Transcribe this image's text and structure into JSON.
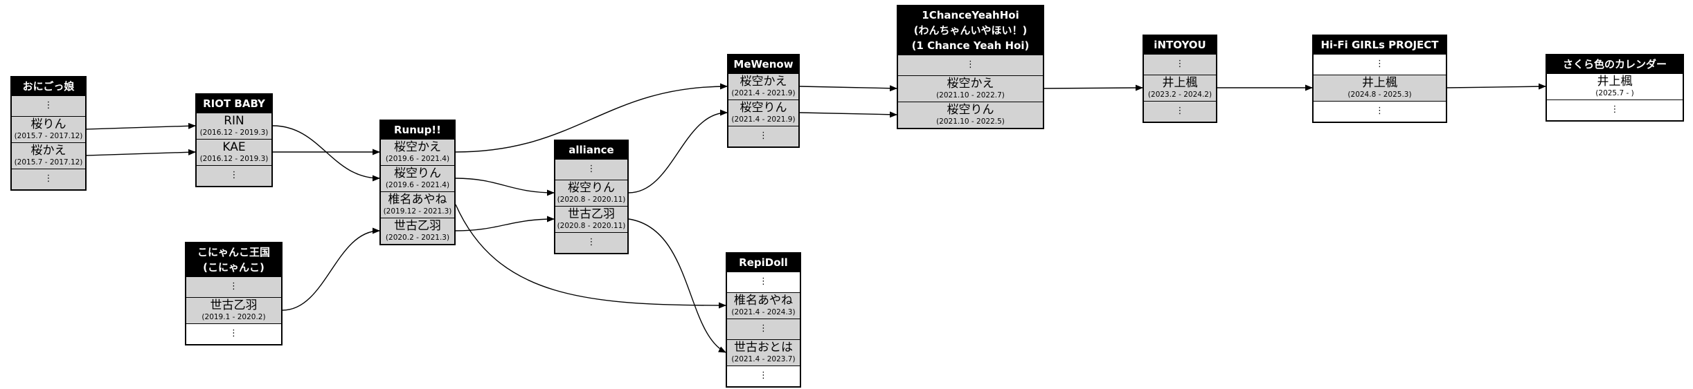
{
  "diagram": {
    "dots_glyph": "⋮",
    "colors": {
      "background": "#ffffff",
      "header_bg": "#000000",
      "header_text": "#ffffff",
      "row_gray": "#d3d3d3",
      "row_white": "#ffffff",
      "border": "#000000",
      "edge": "#000000"
    },
    "groups": [
      {
        "id": "onigokko",
        "title_lines": [
          "おにごっ娘"
        ],
        "rows": [
          {
            "id": "dots1",
            "kind": "dots",
            "shade": "gray"
          },
          {
            "id": "sakura-rin",
            "kind": "member",
            "name": "桜りん",
            "dates": "(2015.7 - 2017.12)",
            "shade": "gray"
          },
          {
            "id": "sakura-kae",
            "kind": "member",
            "name": "桜かえ",
            "dates": "(2015.7 - 2017.12)",
            "shade": "gray"
          },
          {
            "id": "dots2",
            "kind": "dots",
            "shade": "gray"
          }
        ]
      },
      {
        "id": "riot-baby",
        "title_lines": [
          "RIOT BABY"
        ],
        "rows": [
          {
            "id": "rin",
            "kind": "member",
            "name": "RIN",
            "dates": "(2016.12 - 2019.3)",
            "shade": "gray"
          },
          {
            "id": "kae",
            "kind": "member",
            "name": "KAE",
            "dates": "(2016.12 - 2019.3)",
            "shade": "gray"
          },
          {
            "id": "dots1",
            "kind": "dots",
            "shade": "gray"
          }
        ]
      },
      {
        "id": "runup",
        "title_lines": [
          "Runup!!"
        ],
        "rows": [
          {
            "id": "sorara-kae",
            "kind": "member",
            "name": "桜空かえ",
            "dates": "(2019.6 - 2021.4)",
            "shade": "gray"
          },
          {
            "id": "sorara-rin",
            "kind": "member",
            "name": "桜空りん",
            "dates": "(2019.6 - 2021.4)",
            "shade": "gray"
          },
          {
            "id": "shiina-ayane",
            "kind": "member",
            "name": "椎名あやね",
            "dates": "(2019.12 - 2021.3)",
            "shade": "gray"
          },
          {
            "id": "seko-otoha",
            "kind": "member",
            "name": "世古乙羽",
            "dates": "(2020.2 - 2021.3)",
            "shade": "gray"
          }
        ]
      },
      {
        "id": "konyanko",
        "title_lines": [
          "こにゃんこ王国",
          "(こにゃんこ)"
        ],
        "rows": [
          {
            "id": "dots1",
            "kind": "dots",
            "shade": "gray"
          },
          {
            "id": "seko-otoha",
            "kind": "member",
            "name": "世古乙羽",
            "dates": "(2019.1 - 2020.2)",
            "shade": "gray"
          },
          {
            "id": "dots2",
            "kind": "dots",
            "shade": "white"
          }
        ]
      },
      {
        "id": "alliance",
        "title_lines": [
          "alliance"
        ],
        "rows": [
          {
            "id": "dots1",
            "kind": "dots",
            "shade": "gray"
          },
          {
            "id": "sorara-rin",
            "kind": "member",
            "name": "桜空りん",
            "dates": "(2020.8 - 2020.11)",
            "shade": "gray"
          },
          {
            "id": "seko-otoha",
            "kind": "member",
            "name": "世古乙羽",
            "dates": "(2020.8 - 2020.11)",
            "shade": "gray"
          },
          {
            "id": "dots2",
            "kind": "dots",
            "shade": "gray"
          }
        ]
      },
      {
        "id": "mewenow",
        "title_lines": [
          "MeWenow"
        ],
        "rows": [
          {
            "id": "sorara-kae",
            "kind": "member",
            "name": "桜空かえ",
            "dates": "(2021.4 - 2021.9)",
            "shade": "gray"
          },
          {
            "id": "sorara-rin",
            "kind": "member",
            "name": "桜空りん",
            "dates": "(2021.4 - 2021.9)",
            "shade": "gray"
          },
          {
            "id": "dots1",
            "kind": "dots",
            "shade": "gray"
          }
        ]
      },
      {
        "id": "repidoll",
        "title_lines": [
          "RepiDoll"
        ],
        "rows": [
          {
            "id": "dots1",
            "kind": "dots",
            "shade": "white"
          },
          {
            "id": "shiina-ayane",
            "kind": "member",
            "name": "椎名あやね",
            "dates": "(2021.4 - 2024.3)",
            "shade": "gray"
          },
          {
            "id": "dots2",
            "kind": "dots",
            "shade": "gray"
          },
          {
            "id": "seko-otoha",
            "kind": "member",
            "name": "世古おとは",
            "dates": "(2021.4 - 2023.7)",
            "shade": "gray"
          },
          {
            "id": "dots3",
            "kind": "dots",
            "shade": "white"
          }
        ]
      },
      {
        "id": "one-chance-yeah-hoi",
        "title_lines": [
          "1ChanceYeahHoi",
          "(わんちゃんいやほい！)",
          "(1 Chance Yeah Hoi)"
        ],
        "rows": [
          {
            "id": "dots1",
            "kind": "dots",
            "shade": "gray"
          },
          {
            "id": "sorara-kae",
            "kind": "member",
            "name": "桜空かえ",
            "dates": "(2021.10 - 2022.7)",
            "shade": "gray"
          },
          {
            "id": "sorara-rin",
            "kind": "member",
            "name": "桜空りん",
            "dates": "(2021.10 - 2022.5)",
            "shade": "gray"
          }
        ]
      },
      {
        "id": "intoyou",
        "title_lines": [
          "iNTOYOU"
        ],
        "rows": [
          {
            "id": "dots1",
            "kind": "dots",
            "shade": "gray"
          },
          {
            "id": "inoue-kaede",
            "kind": "member",
            "name": "井上楓",
            "dates": "(2023.2 - 2024.2)",
            "shade": "gray"
          },
          {
            "id": "dots2",
            "kind": "dots",
            "shade": "gray"
          }
        ]
      },
      {
        "id": "hifi-girls",
        "title_lines": [
          "Hi-Fi GIRLs PROJECT"
        ],
        "rows": [
          {
            "id": "dots1",
            "kind": "dots",
            "shade": "white"
          },
          {
            "id": "inoue-kaede",
            "kind": "member",
            "name": "井上楓",
            "dates": "(2024.8 - 2025.3)",
            "shade": "gray"
          },
          {
            "id": "dots2",
            "kind": "dots",
            "shade": "white"
          }
        ]
      },
      {
        "id": "sakurairo",
        "title_lines": [
          "さくら色のカレンダー"
        ],
        "rows": [
          {
            "id": "inoue-kaede",
            "kind": "member",
            "name": "井上楓",
            "dates": "(2025.7 - )",
            "shade": "white"
          },
          {
            "id": "dots1",
            "kind": "dots",
            "shade": "white"
          }
        ]
      }
    ],
    "edges": [
      {
        "from": "onigokko.sakura-rin",
        "to": "riot-baby.rin"
      },
      {
        "from": "onigokko.sakura-kae",
        "to": "riot-baby.kae"
      },
      {
        "from": "riot-baby.rin",
        "to": "runup.sorara-rin"
      },
      {
        "from": "riot-baby.kae",
        "to": "runup.sorara-kae"
      },
      {
        "from": "konyanko.seko-otoha",
        "to": "runup.seko-otoha"
      },
      {
        "from": "runup.sorara-kae",
        "to": "mewenow.sorara-kae"
      },
      {
        "from": "runup.sorara-rin",
        "to": "alliance.sorara-rin"
      },
      {
        "from": "runup.shiina-ayane",
        "to": "repidoll.shiina-ayane"
      },
      {
        "from": "runup.seko-otoha",
        "to": "alliance.seko-otoha"
      },
      {
        "from": "alliance.sorara-rin",
        "to": "mewenow.sorara-rin"
      },
      {
        "from": "alliance.seko-otoha",
        "to": "repidoll.seko-otoha"
      },
      {
        "from": "mewenow.sorara-kae",
        "to": "one-chance-yeah-hoi.sorara-kae"
      },
      {
        "from": "mewenow.sorara-rin",
        "to": "one-chance-yeah-hoi.sorara-rin"
      },
      {
        "from": "one-chance-yeah-hoi.sorara-kae",
        "to": "intoyou.inoue-kaede"
      },
      {
        "from": "intoyou.inoue-kaede",
        "to": "hifi-girls.inoue-kaede"
      },
      {
        "from": "hifi-girls.inoue-kaede",
        "to": "sakurairo.inoue-kaede"
      }
    ]
  }
}
